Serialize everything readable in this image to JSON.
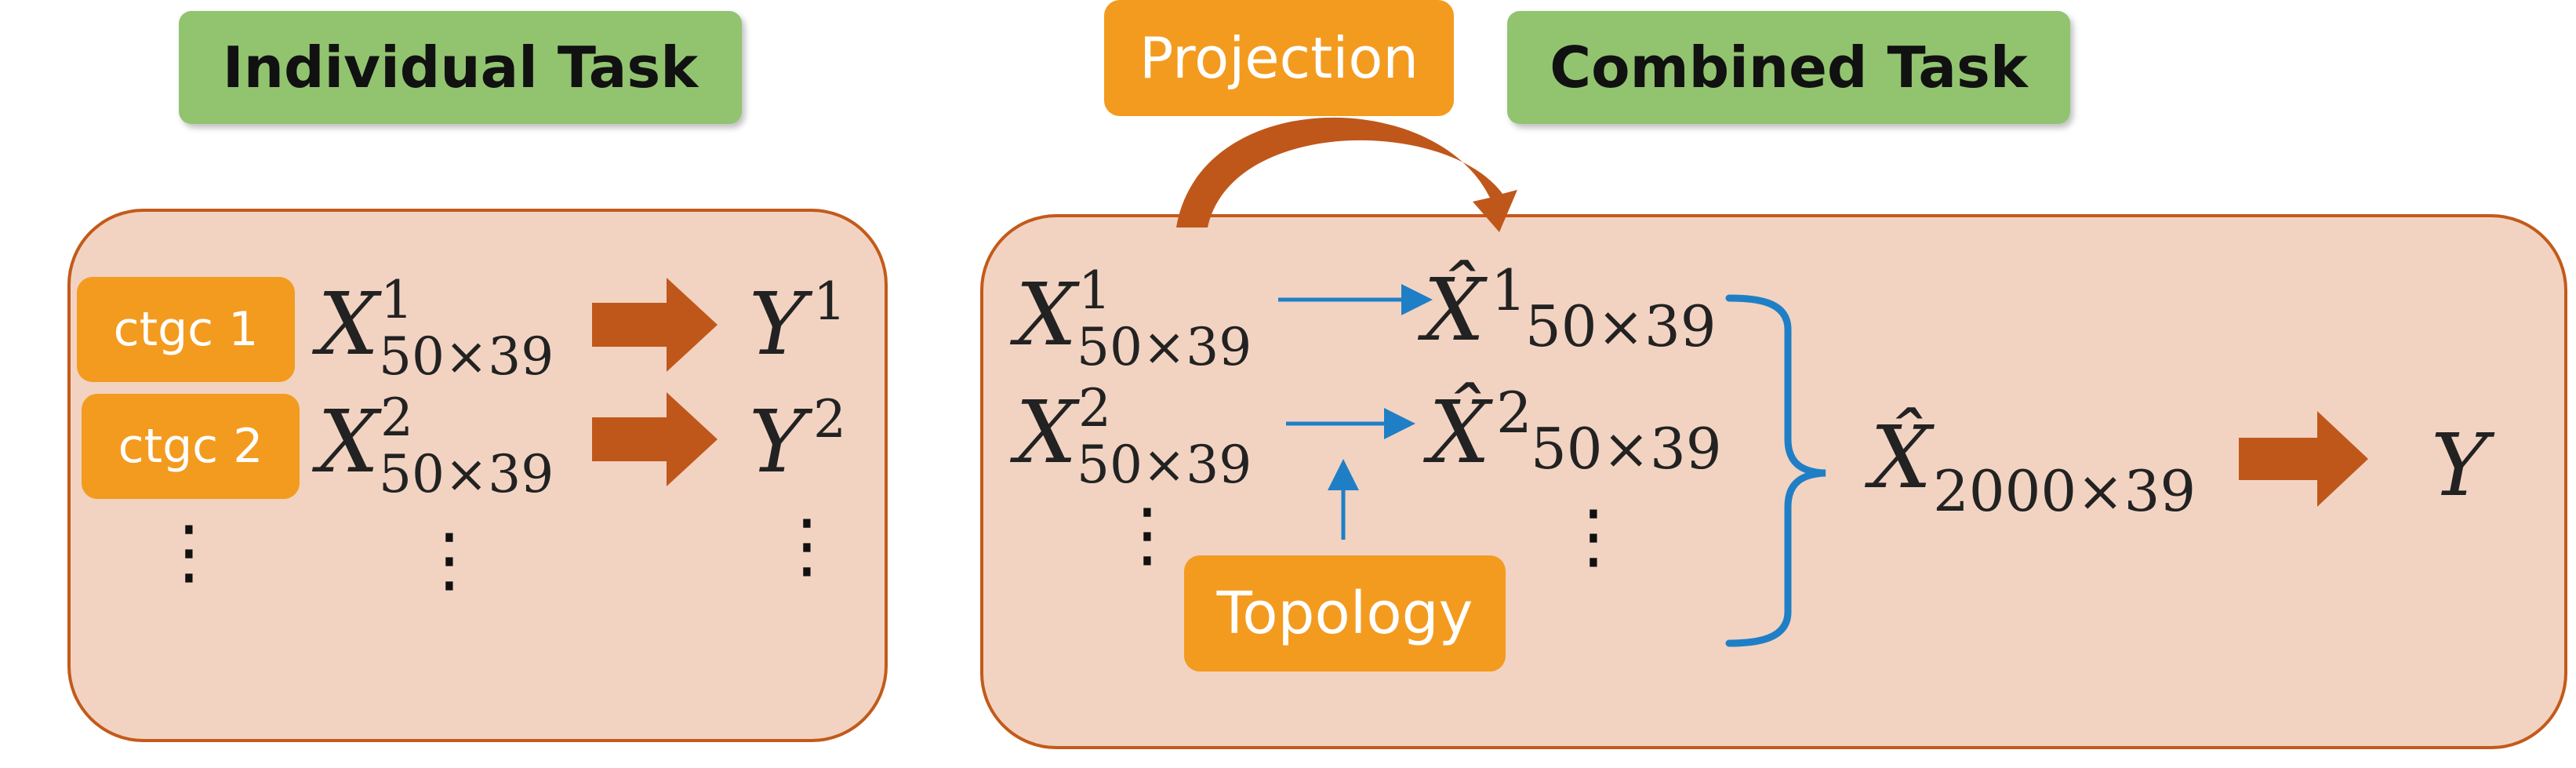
{
  "labels": {
    "individual_task": "Individual Task",
    "combined_task": "Combined Task",
    "projection": "Projection",
    "topology": "Topology",
    "ctgc1": "ctgc 1",
    "ctgc2": "ctgc 2"
  },
  "math": {
    "x_var": "X",
    "y_var": "Y",
    "xhat_var": "X̂",
    "sup1": "1",
    "sup2": "2",
    "dim_small": "50×39",
    "dim_big": "2000×39",
    "ellipsis": "⋮"
  },
  "colors": {
    "panel_fill": "#f2d3c2",
    "panel_stroke": "#c35a1a",
    "arrow": "#c0571a",
    "blue": "#1f7fc6",
    "green": "#92c470",
    "orange": "#f39b1f"
  }
}
